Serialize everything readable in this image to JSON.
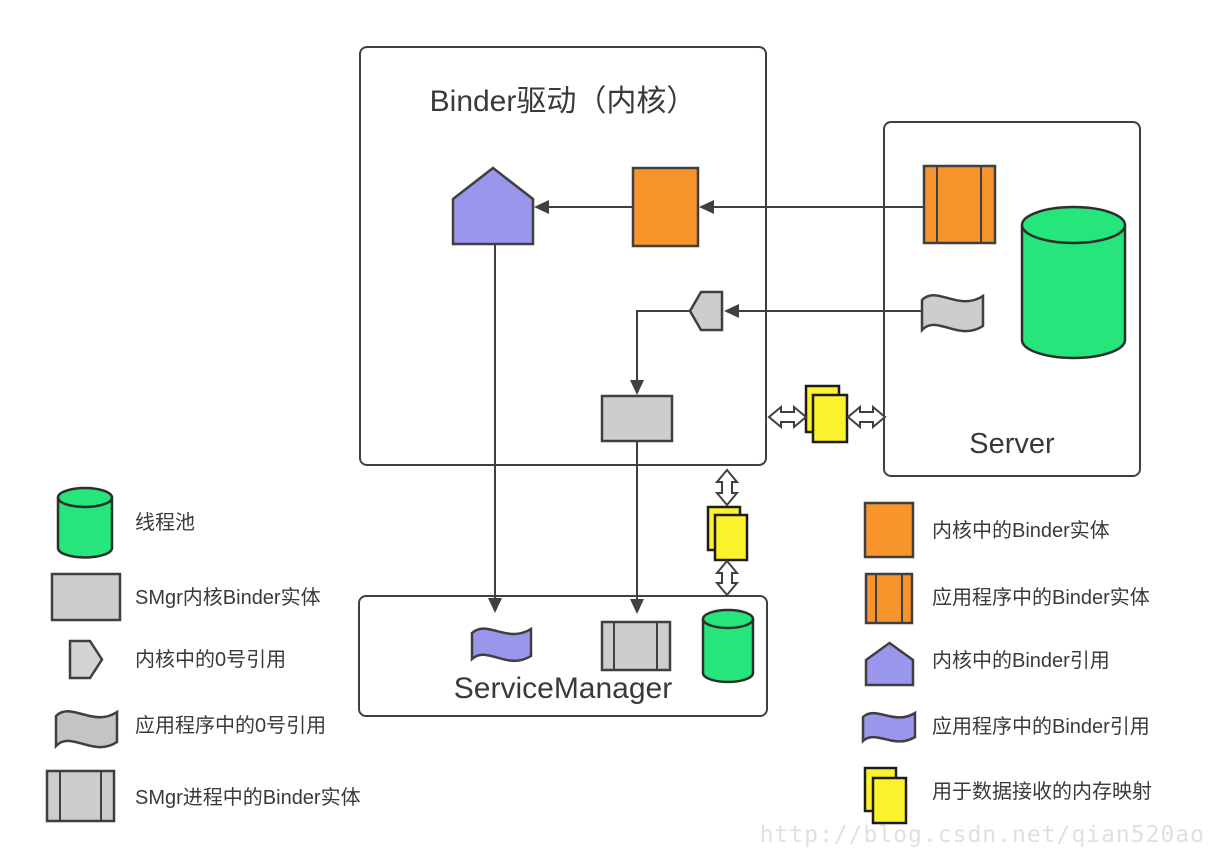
{
  "diagram": {
    "binder_box": {
      "title": "Binder驱动（内核）"
    },
    "server_box": {
      "title": "Server"
    },
    "service_manager_box": {
      "title": "ServiceManager"
    }
  },
  "legend_left": {
    "items": [
      {
        "icon": "thread-pool-cylinder-icon",
        "label": "线程池"
      },
      {
        "icon": "smgr-kernel-binder-entity-icon",
        "label": "SMgr内核Binder实体"
      },
      {
        "icon": "kernel-zero-ref-pentagon-icon",
        "label": "内核中的0号引用"
      },
      {
        "icon": "app-zero-ref-flag-icon",
        "label": "应用程序中的0号引用"
      },
      {
        "icon": "smgr-process-binder-entity-icon",
        "label": "SMgr进程中的Binder实体"
      }
    ]
  },
  "legend_right": {
    "items": [
      {
        "icon": "kernel-binder-entity-square-icon",
        "label": "内核中的Binder实体"
      },
      {
        "icon": "app-binder-entity-striped-icon",
        "label": "应用程序中的Binder实体"
      },
      {
        "icon": "kernel-binder-ref-pentagon-icon",
        "label": "内核中的Binder引用"
      },
      {
        "icon": "app-binder-ref-flag-icon",
        "label": "应用程序中的Binder引用"
      },
      {
        "icon": "memory-map-pages-icon",
        "label": "用于数据接收的内存映射"
      }
    ]
  },
  "watermark": "http://blog.csdn.net/qian520ao",
  "colors": {
    "orange": "#F7942C",
    "purple": "#9996EC",
    "green": "#25E57B",
    "yellow": "#FCF32C",
    "gray": "#CDCDCD",
    "outline": "#404040",
    "watermark_gray": "#E0E0E0"
  }
}
